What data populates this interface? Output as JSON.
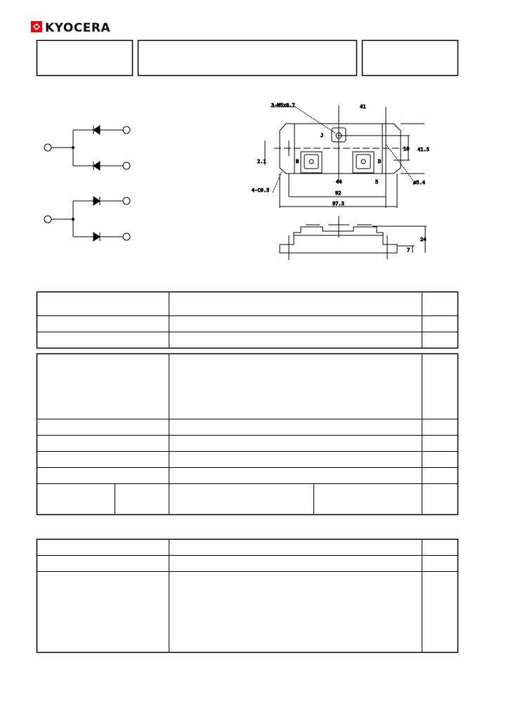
{
  "logo": {
    "text": "KYOCERA",
    "color": "#e60012"
  },
  "outline_drawing": {
    "labels": {
      "thread": "3-M5x0.7",
      "width_top": "41",
      "terminal": "J",
      "pitch_small": "10",
      "height_right": "41.5",
      "left_height": "2.1",
      "left_term": "B",
      "right_term": "D",
      "center": "44",
      "side": "5",
      "hole": "ø5.4",
      "mount": "4-C0.5",
      "inner_width": "92",
      "overall_width": "97.3",
      "side_height": "24",
      "base_height": "7"
    }
  }
}
